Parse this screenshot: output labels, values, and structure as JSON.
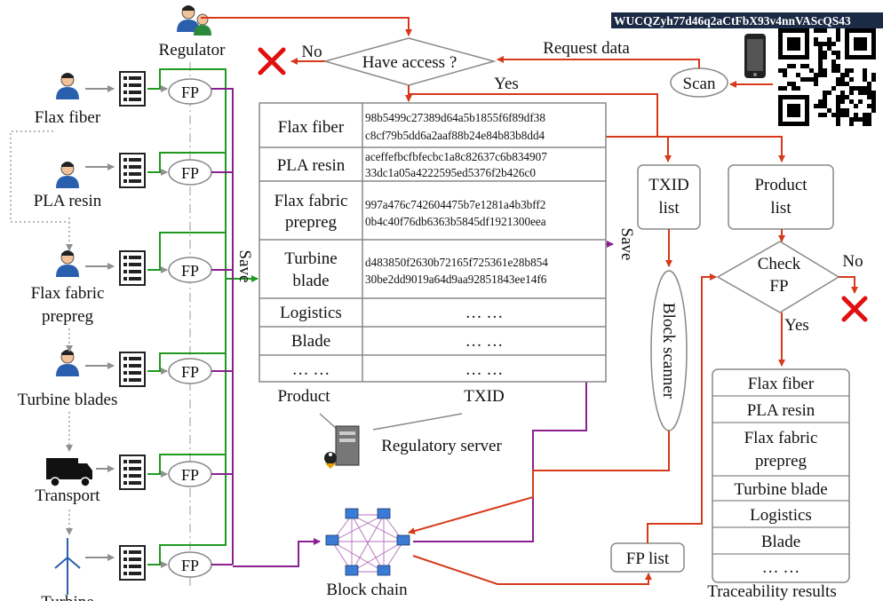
{
  "actors": {
    "regulator": "Regulator",
    "stages": [
      "Flax fiber",
      "PLA resin",
      "Flax fabric",
      "prepreg",
      "Turbine blades",
      "Transport",
      "Turbine"
    ],
    "fp": "FP"
  },
  "decision_access": {
    "question": "Have access ?",
    "no": "No",
    "yes": "Yes",
    "request": "Request data"
  },
  "qr": {
    "code": "WUCQZyh77d46q2aCtFbX93v4nnVAScQS43",
    "scan": "Scan"
  },
  "server_table": {
    "rows": [
      {
        "product": [
          "Flax fiber"
        ],
        "txid": [
          "98b5499c27389d64a5b1855f6f89df38",
          "c8cf79b5dd6a2aaf88b24e84b83b8dd4"
        ]
      },
      {
        "product": [
          "PLA resin"
        ],
        "txid": [
          "aceffefbcfbfecbc1a8c82637c6b834907",
          "33dc1a05a4222595ed5376f2b426c0"
        ]
      },
      {
        "product": [
          "Flax fabric",
          "prepreg"
        ],
        "txid": [
          "997a476c742604475b7e1281a4b3bff2",
          "0b4c40f76db6363b5845df1921300eea"
        ]
      },
      {
        "product": [
          "Turbine",
          "blade"
        ],
        "txid": [
          "d483850f2630b72165f725361e28b854",
          "30be2dd9019a64d9aa92851843ee14f6"
        ]
      },
      {
        "product": [
          "Logistics"
        ],
        "txid": [
          "… …"
        ]
      },
      {
        "product": [
          "Blade"
        ],
        "txid": [
          "… …"
        ]
      },
      {
        "product": [
          "… …"
        ],
        "txid": [
          "… …"
        ]
      }
    ],
    "col_product": "Product",
    "col_txid": "TXID",
    "server_label": "Regulatory server"
  },
  "save": "Save",
  "txid_list": [
    "TXID",
    "list"
  ],
  "product_list": [
    "Product",
    "list"
  ],
  "block_scanner": "Block scanner",
  "check_fp": {
    "line1": "Check",
    "line2": "FP",
    "no": "No",
    "yes": "Yes"
  },
  "results": {
    "items": [
      "Flax fiber",
      "PLA resin",
      "Flax fabric",
      "prepreg",
      "Turbine blade",
      "Logistics",
      "Blade",
      "… …"
    ],
    "caption": "Traceability results"
  },
  "fp_list": "FP list",
  "blockchain": "Block chain",
  "colors": {
    "red": "#d63a1a",
    "green": "#1f9a1f",
    "purple": "#8a1f8f",
    "gray": "#8f8f8f",
    "dot": "#a0a0a0"
  }
}
